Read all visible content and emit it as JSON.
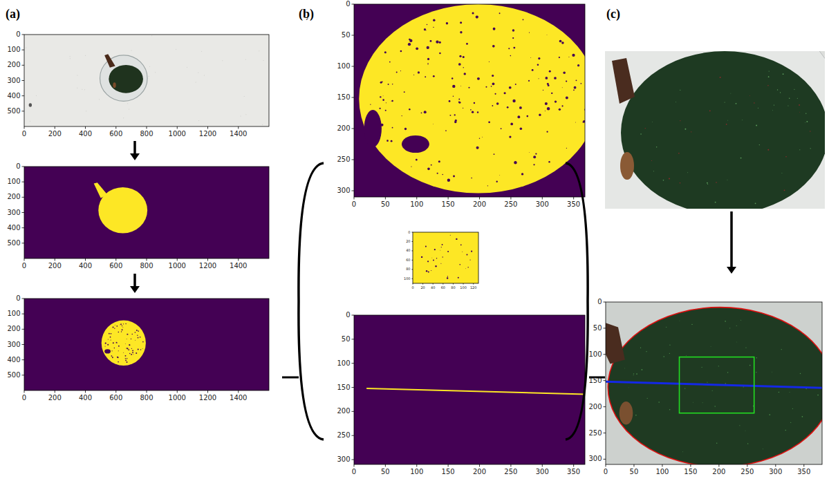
{
  "diagram": {
    "nodes": [
      {
        "text": [
          "(a)"
        ]
      },
      {
        "text": [
          "(b)"
        ]
      },
      {
        "text": [
          "(c)"
        ]
      }
    ],
    "edges": [
      {
        "from": 0,
        "to": 1,
        "arrow": "none"
      },
      {
        "from": 1,
        "to": 2,
        "arrow": "none"
      }
    ],
    "labels": [
      "0",
      "100",
      "200",
      "300",
      "400",
      "500",
      "0",
      "200",
      "400",
      "600",
      "800",
      "1000",
      "1200",
      "1400",
      "0",
      "100",
      "200",
      "300",
      "400",
      "500",
      "0",
      "200",
      "400",
      "600",
      "800",
      "1000",
      "1200",
      "1400",
      "0",
      "100",
      "200",
      "300",
      "400",
      "500",
      "0",
      "200",
      "400",
      "600",
      "800",
      "1000",
      "1200",
      "1400",
      "0",
      "50",
      "100",
      "150",
      "200",
      "250",
      "300",
      "0",
      "50",
      "100",
      "150",
      "200",
      "250",
      "300",
      "350",
      "0",
      "20",
      "40",
      "60",
      "80",
      "100",
      "0",
      "20",
      "40",
      "60",
      "80",
      "100",
      "120",
      "0",
      "50",
      "100",
      "150",
      "200",
      "250",
      "300",
      "0",
      "50",
      "100",
      "150",
      "200",
      "250",
      "300",
      "350",
      "0",
      "50",
      "100",
      "150",
      "200",
      "250",
      "300",
      "0",
      "50",
      "100",
      "150",
      "200",
      "250",
      "300",
      "350",
      "´"
    ]
  }
}
